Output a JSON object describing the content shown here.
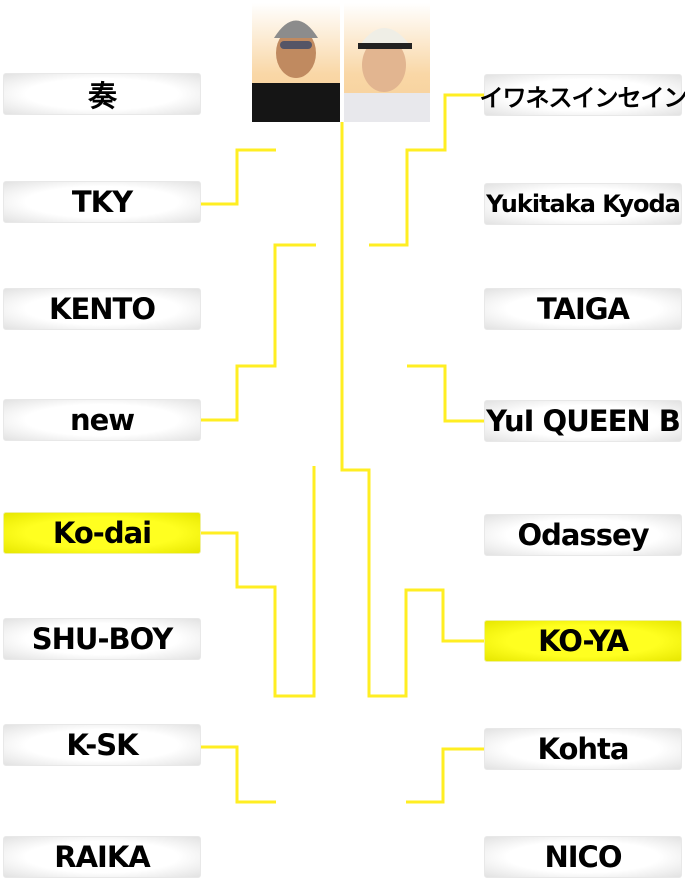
{
  "accent": "#ffee22",
  "left": [
    "奏",
    "TKY",
    "KENTO",
    "new",
    "Ko-dai",
    "SHU-BOY",
    "K-SK",
    "RAIKA"
  ],
  "right": [
    "イワネスインセイン",
    "Yukitaka Kyoda",
    "TAIGA",
    "YuI QUEEN B",
    "Odassey",
    "KO-YA",
    "Kohta",
    "NICO"
  ],
  "winners": [
    "Ko-dai",
    "KO-YA"
  ]
}
